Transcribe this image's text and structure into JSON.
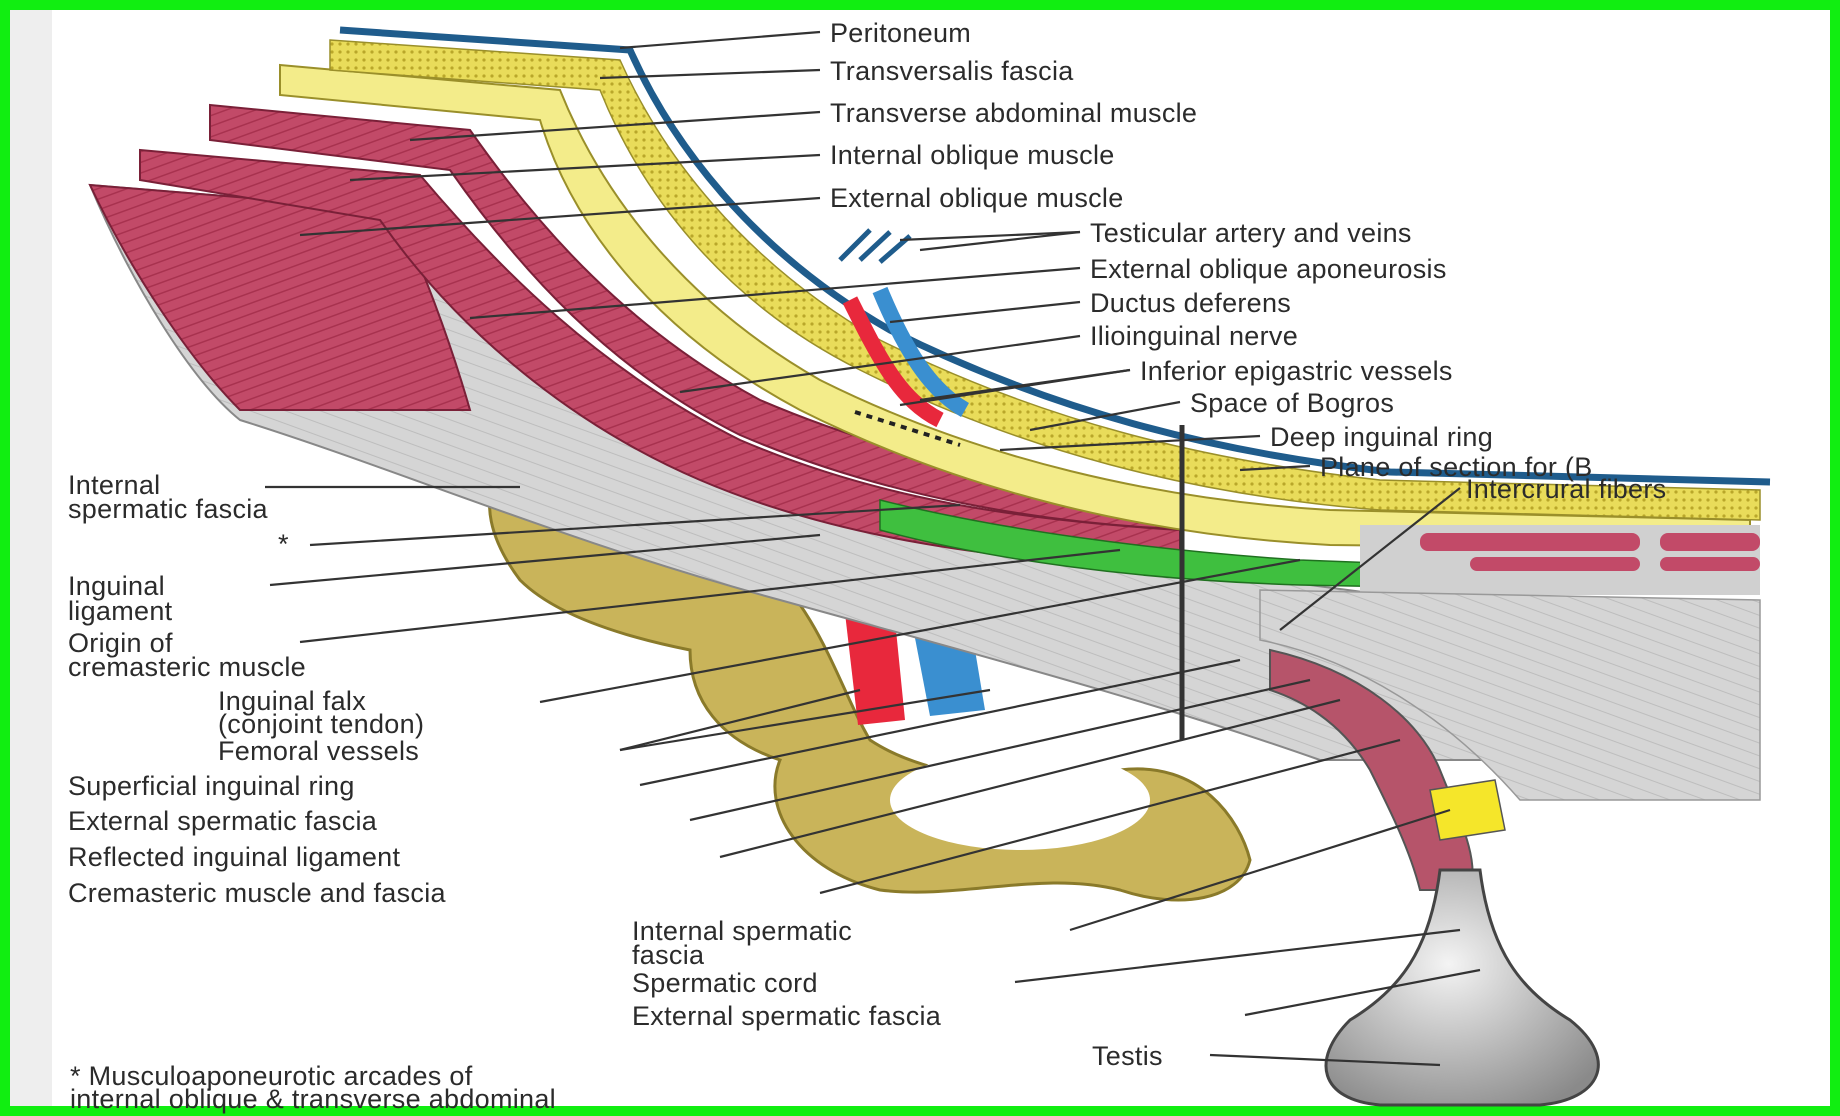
{
  "colors": {
    "frame": "#11ee11",
    "muscle": "#c24a68",
    "aponeurosis": "#d3d3d3",
    "fascia_yellow": "#f3ec8a",
    "peritoneum_blue": "#1f5c8c",
    "bone": "#c9b45a",
    "green_layer": "#3fbf3f",
    "artery": "#e8283c",
    "vein": "#3a8fd0"
  },
  "labels": {
    "peritoneum": "Peritoneum",
    "transversalis_fascia": "Transversalis fascia",
    "transverse_abdominal_muscle": "Transverse abdominal muscle",
    "internal_oblique_muscle": "Internal oblique muscle",
    "external_oblique_muscle": "External oblique muscle",
    "testicular_artery_veins": "Testicular artery and veins",
    "external_oblique_aponeurosis": "External oblique aponeurosis",
    "ductus_deferens": "Ductus deferens",
    "ilioinguinal_nerve": "Ilioinguinal nerve",
    "inferior_epigastric_vessels": "Inferior epigastric vessels",
    "space_of_bogros": "Space of Bogros",
    "deep_inguinal_ring": "Deep inguinal ring",
    "plane_of_section": "Plane of section for (B",
    "intercrural_fibers": "Intercrural fibers",
    "internal_spermatic_fascia_left_1": "Internal",
    "internal_spermatic_fascia_left_2": "spermatic fascia",
    "star": "*",
    "inguinal_ligament_1": "Inguinal",
    "inguinal_ligament_2": "ligament",
    "origin_cremasteric_1": "Origin of",
    "origin_cremasteric_2": "cremasteric muscle",
    "inguinal_falx_1": "Inguinal falx",
    "inguinal_falx_2": "(conjoint tendon)",
    "femoral_vessels": "Femoral vessels",
    "superficial_inguinal_ring": "Superficial inguinal ring",
    "external_spermatic_fascia_left": "External spermatic fascia",
    "reflected_inguinal_ligament": "Reflected inguinal ligament",
    "cremasteric_muscle_fascia": "Cremasteric muscle and fascia",
    "internal_spermatic_fascia_bottom_1": "Internal spermatic",
    "internal_spermatic_fascia_bottom_2": "fascia",
    "spermatic_cord": "Spermatic cord",
    "external_spermatic_fascia_bottom": "External spermatic fascia",
    "testis": "Testis",
    "footnote_1": "* Musculoaponeurotic arcades of",
    "footnote_2": "internal oblique & transverse abdominal"
  }
}
